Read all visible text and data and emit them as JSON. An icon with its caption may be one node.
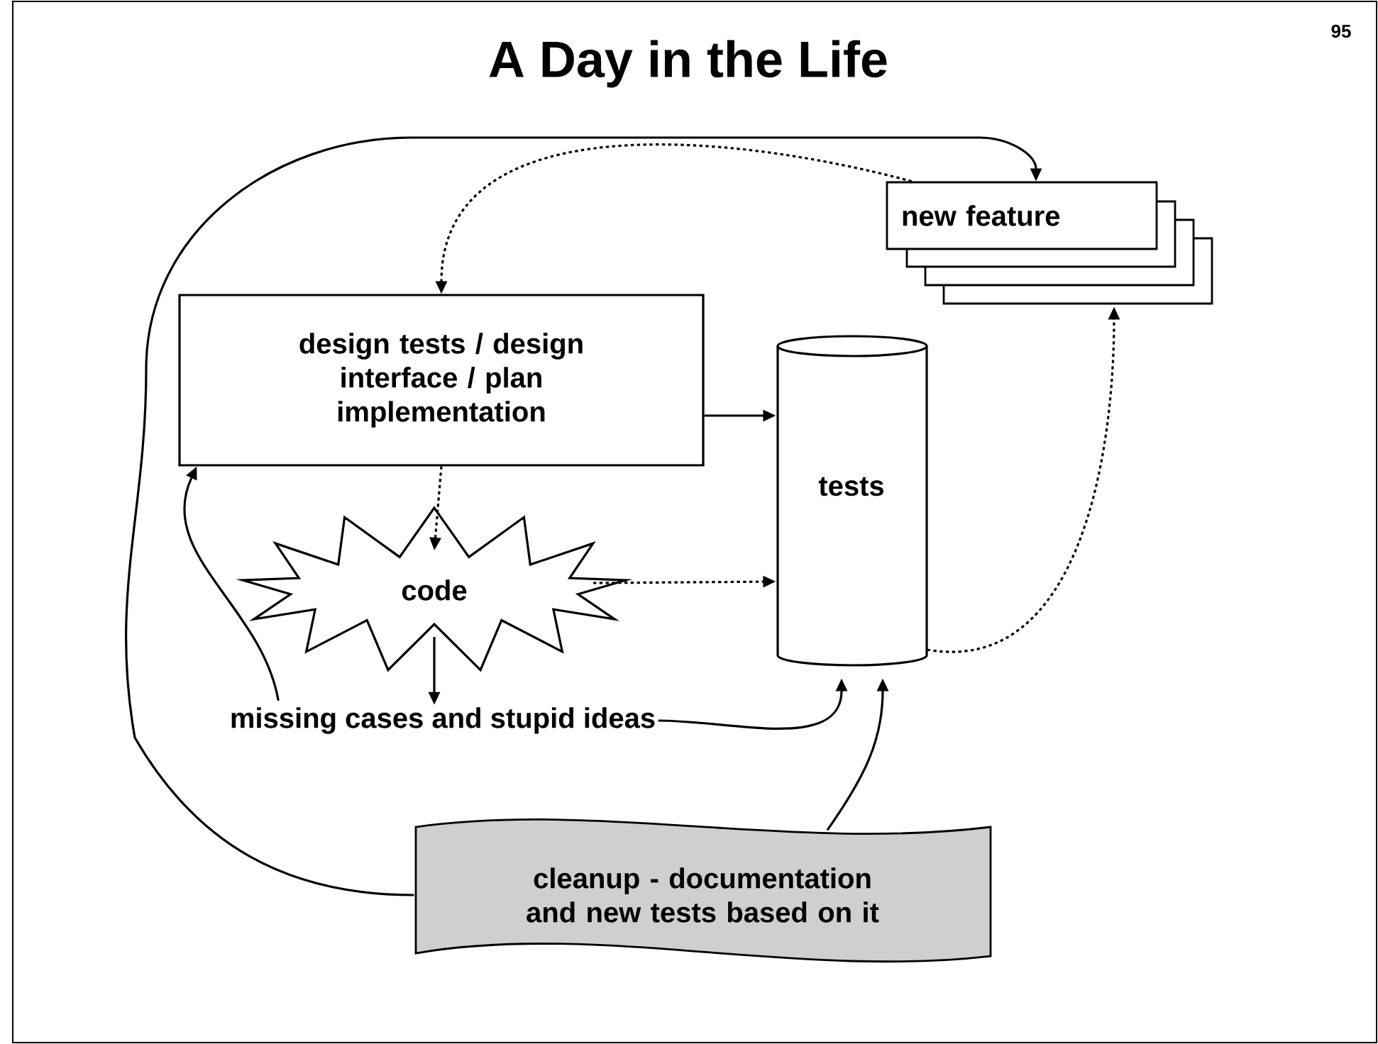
{
  "diagram": {
    "title": "A Day in the Life",
    "nodes": [
      {
        "text": [
          "new feature"
        ]
      },
      {
        "text": [
          "design tests / design interface / plan implementation"
        ]
      },
      {
        "text": [
          "tests"
        ]
      },
      {
        "text": [
          "code"
        ]
      },
      {
        "text": [
          "missing cases and stupid ideas"
        ]
      },
      {
        "text": [
          "cleanup - documentation and new tests based on it"
        ]
      }
    ],
    "edges": [
      {
        "from": 5,
        "to": 0,
        "arrow": "to"
      },
      {
        "from": 0,
        "to": 1,
        "arrow": "to",
        "style": "dashed"
      },
      {
        "from": 1,
        "to": 2,
        "arrow": "to"
      },
      {
        "from": 1,
        "to": 3,
        "arrow": "to",
        "style": "dashed"
      },
      {
        "from": 3,
        "to": 2,
        "arrow": "to",
        "style": "dashed"
      },
      {
        "from": 2,
        "to": 0,
        "arrow": "to",
        "style": "dashed"
      },
      {
        "from": 3,
        "to": 4,
        "arrow": "to"
      },
      {
        "from": 4,
        "to": 1,
        "arrow": "to"
      },
      {
        "from": 4,
        "to": 2,
        "arrow": "to"
      },
      {
        "from": 5,
        "to": 2,
        "arrow": "to"
      }
    ],
    "labels": [
      "95"
    ]
  }
}
